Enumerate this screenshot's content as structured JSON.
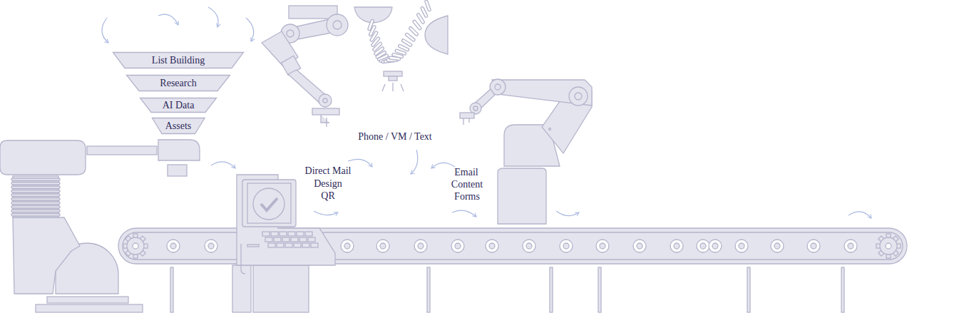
{
  "diagram": {
    "nodes": [
      {
        "text": [
          "List Building"
        ]
      },
      {
        "text": [
          "Research"
        ]
      },
      {
        "text": [
          "AI Data"
        ]
      },
      {
        "text": [
          "Assets"
        ]
      }
    ],
    "labels": [
      "Phone / VM / Text",
      "Direct Mail",
      "Design",
      "QR",
      "Email",
      "Content",
      "Forms"
    ]
  }
}
